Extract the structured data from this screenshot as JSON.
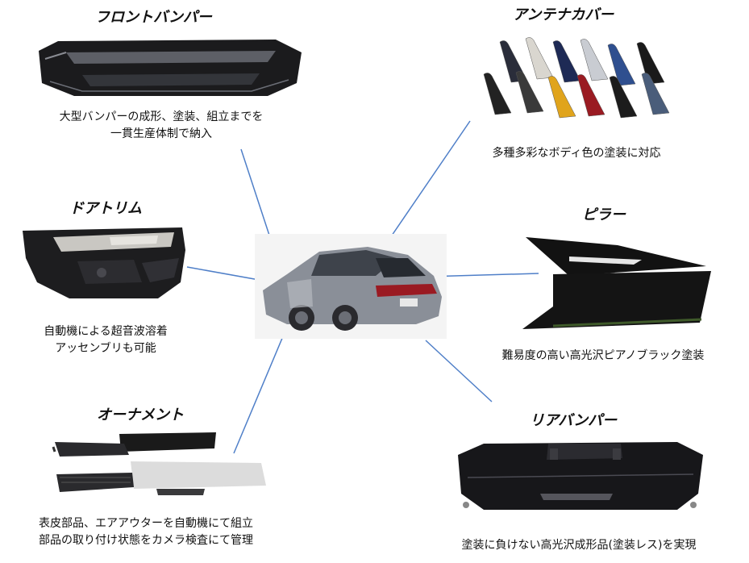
{
  "labels": {
    "front_bumper": {
      "title": "フロントバンパー",
      "desc": [
        "大型バンパーの成形、塗装、組立までを",
        "一貫生産体制で納入"
      ]
    },
    "antenna_cover": {
      "title": "アンテナカバー",
      "desc": [
        "多種多彩なボディ色の塗装に対応"
      ]
    },
    "door_trim": {
      "title": "ドアトリム",
      "desc": [
        "自動機による超音波溶着",
        "アッセンブリも可能"
      ]
    },
    "pillar": {
      "title": "ピラー",
      "desc": [
        "難易度の高い高光沢ピアノブラック塗装"
      ]
    },
    "ornament": {
      "title": "オーナメント",
      "desc": [
        "表皮部品、エアアウターを自動機にて組立",
        "部品の取り付け状態をカメラ検査にて管理"
      ]
    },
    "rear_bumper": {
      "title": "リアバンパー",
      "desc": [
        "塗装に負けない高光沢成形品(塗装レス)を実現"
      ]
    }
  },
  "antenna_colors": [
    "#2a2d3a",
    "#d9d6cf",
    "#1e2a55",
    "#c9ccd2",
    "#2f4f8f",
    "#1a1a1a",
    "#222222",
    "#3a3a3a",
    "#e0a41c",
    "#9a1b22",
    "#1c1c1c",
    "#4a5d7a"
  ],
  "connector_color": "#4f7fc8"
}
